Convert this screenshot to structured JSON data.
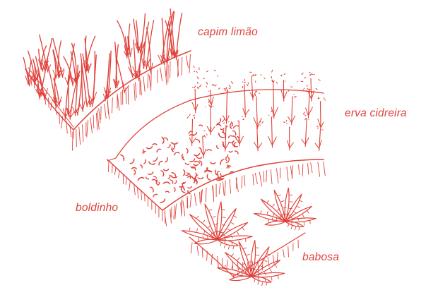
{
  "colors": {
    "ink": "#e0413a",
    "background": "#ffffff"
  },
  "beds": [
    {
      "id": "capim",
      "label": "capim limão"
    },
    {
      "id": "erva",
      "label": "erva cidreira"
    },
    {
      "id": "boldinho",
      "label": "boldinho"
    },
    {
      "id": "babosa",
      "label": "babosa"
    }
  ]
}
